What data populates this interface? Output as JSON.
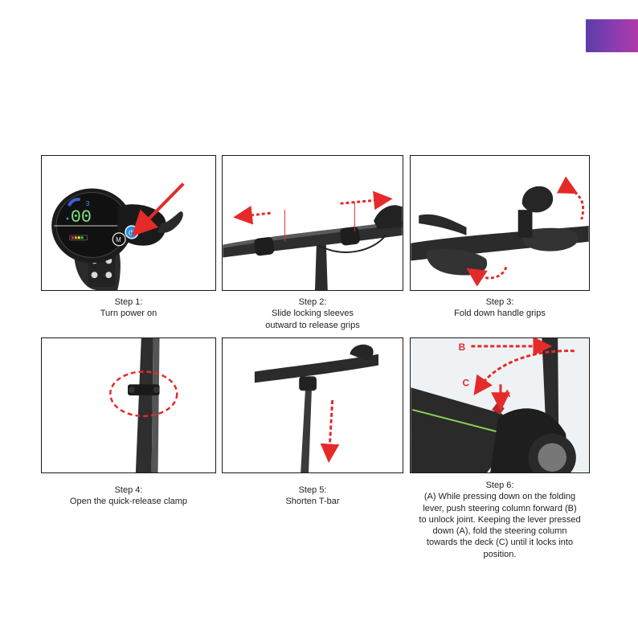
{
  "accent_color": "#e52a2a",
  "header_tab_color": "#7a3cae",
  "steps": [
    {
      "image": {
        "callouts": {
          "mode_button": "M",
          "power_button": "⏻",
          "speed_readout": "00",
          "gear": "3"
        }
      },
      "caption_lines": [
        "Step 1:",
        "Turn power on"
      ]
    },
    {
      "image": {
        "callouts": {}
      },
      "caption_lines": [
        "Step 2:",
        "Slide locking sleeves",
        "outward to release grips"
      ]
    },
    {
      "image": {
        "callouts": {}
      },
      "caption_lines": [
        "Step 3:",
        "Fold down handle grips"
      ]
    },
    {
      "image": {
        "callouts": {}
      },
      "caption_lines": [
        "Step 4:",
        "Open the quick-release clamp"
      ]
    },
    {
      "image": {
        "callouts": {}
      },
      "caption_lines": [
        "Step 5:",
        "Shorten T-bar"
      ]
    },
    {
      "image": {
        "callouts": {
          "a": "A",
          "b": "B",
          "c": "C"
        }
      },
      "caption_lines": [
        "Step 6:",
        "(A) While pressing down on the folding",
        "lever, push steering column forward (B)",
        "to unlock joint. Keeping the lever pressed",
        "down (A), fold the steering column",
        "towards the deck (C) until it locks into",
        "position."
      ]
    }
  ]
}
